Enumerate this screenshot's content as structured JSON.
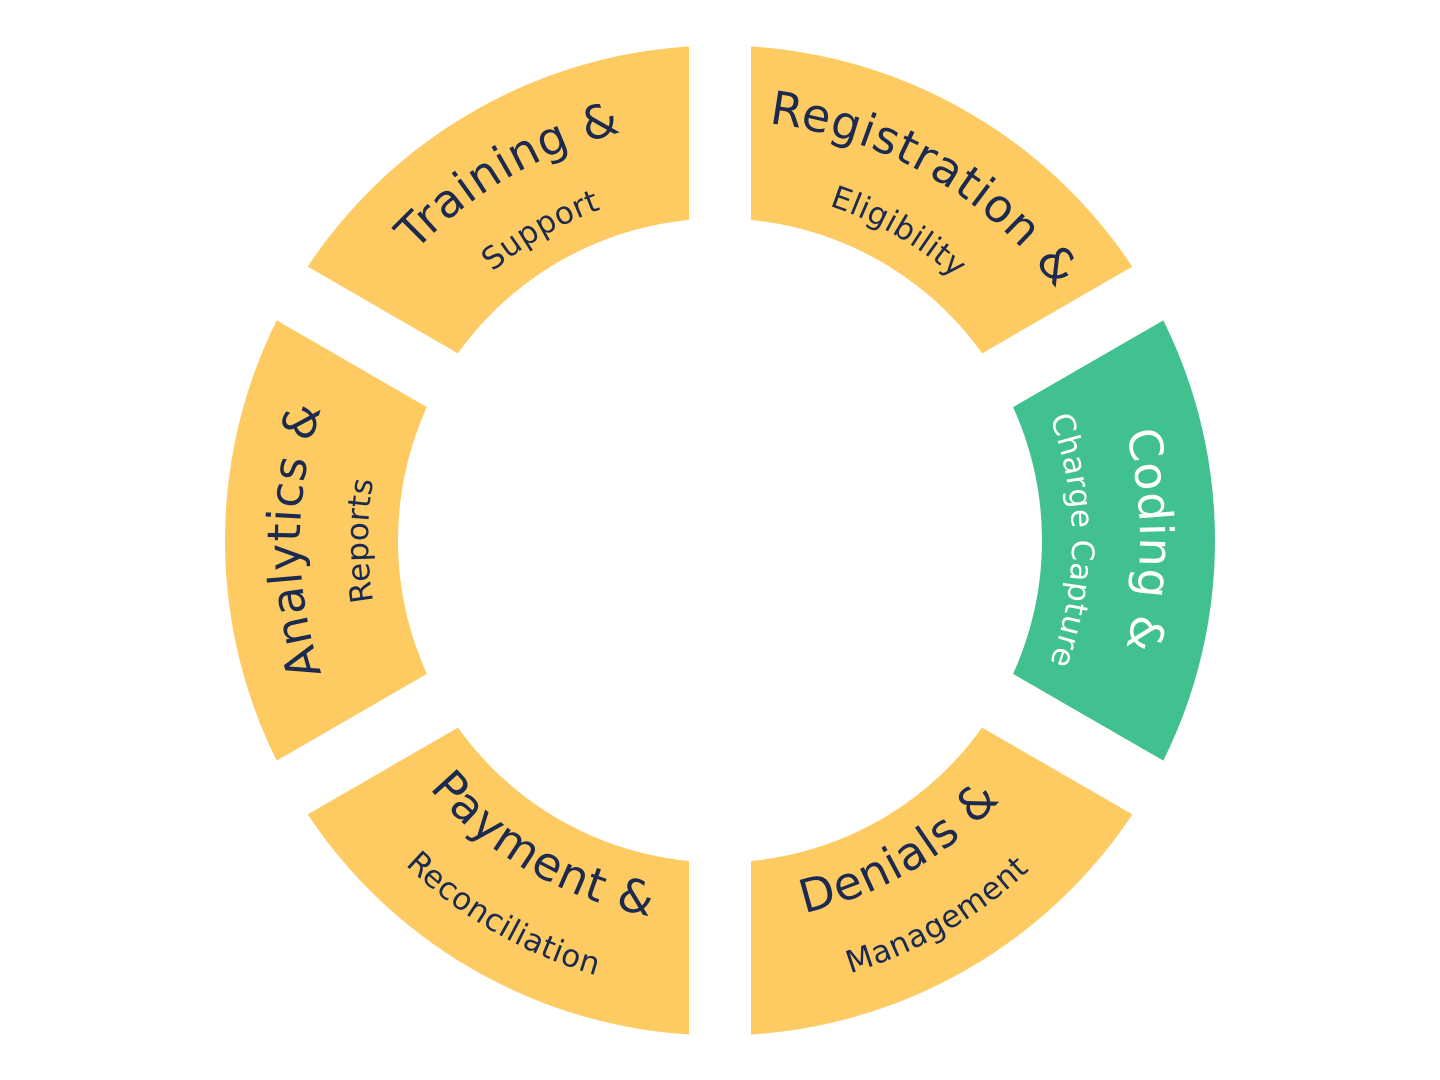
{
  "diagram": {
    "type": "cycle-ring",
    "colors": {
      "default_fill": "#FDCB62",
      "highlight_fill": "#41C18F",
      "default_text": "#1B2A4E",
      "highlight_text": "#FFFFFF",
      "background": "#FFFFFF"
    },
    "segments": [
      {
        "id": "registration",
        "title": "Registration &",
        "subtitle": "Eligibility",
        "highlighted": false
      },
      {
        "id": "coding",
        "title": "Coding &",
        "subtitle": "Charge Capture",
        "highlighted": true
      },
      {
        "id": "denials",
        "title": "Denials &",
        "subtitle": "Management",
        "highlighted": false
      },
      {
        "id": "payment",
        "title": "Payment &",
        "subtitle": "Reconciliation",
        "highlighted": false
      },
      {
        "id": "analytics",
        "title": "Analytics &",
        "subtitle": "Reports",
        "highlighted": false
      },
      {
        "id": "training",
        "title": "Training &",
        "subtitle": "Support",
        "highlighted": false
      }
    ]
  }
}
